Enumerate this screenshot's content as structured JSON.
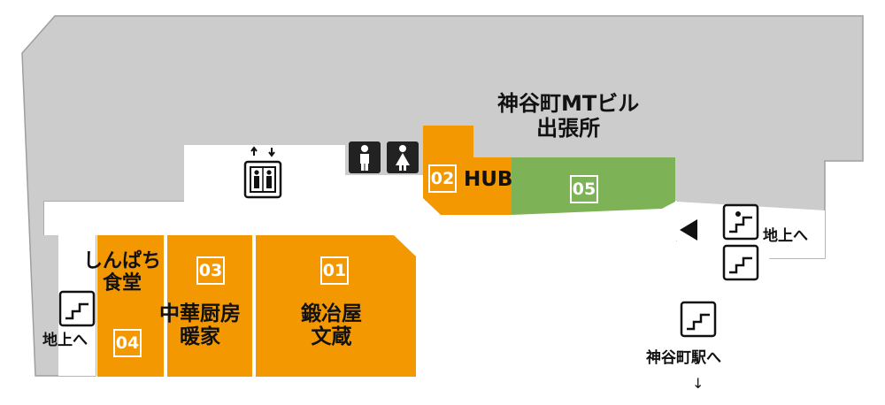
{
  "colors": {
    "building": "#cccccc",
    "building_stroke": "#9e9e9e",
    "shop": "#f39800",
    "shop_green": "#7db356",
    "corridor": "#ffffff",
    "icon": "#111111"
  },
  "labels": {
    "building_name": [
      "神谷町MTビル",
      "出張所"
    ],
    "hub": "HUB",
    "shinpachi": [
      "しんぱち",
      "食堂"
    ],
    "chuka": [
      "中華厨房",
      "暖家"
    ],
    "tanya": [
      "鍛冶屋",
      "文蔵"
    ],
    "exit_right": "地上へ",
    "exit_left": "地上へ",
    "to_station": "神谷町駅へ",
    "down_arrow": "↓"
  },
  "shops": {
    "s01": "01",
    "s02": "02",
    "s03": "03",
    "s04": "04",
    "s05": "05"
  },
  "icons": [
    "elevator-icon",
    "male-restroom-icon",
    "female-restroom-icon",
    "stairs-icon",
    "left-arrow-icon"
  ]
}
